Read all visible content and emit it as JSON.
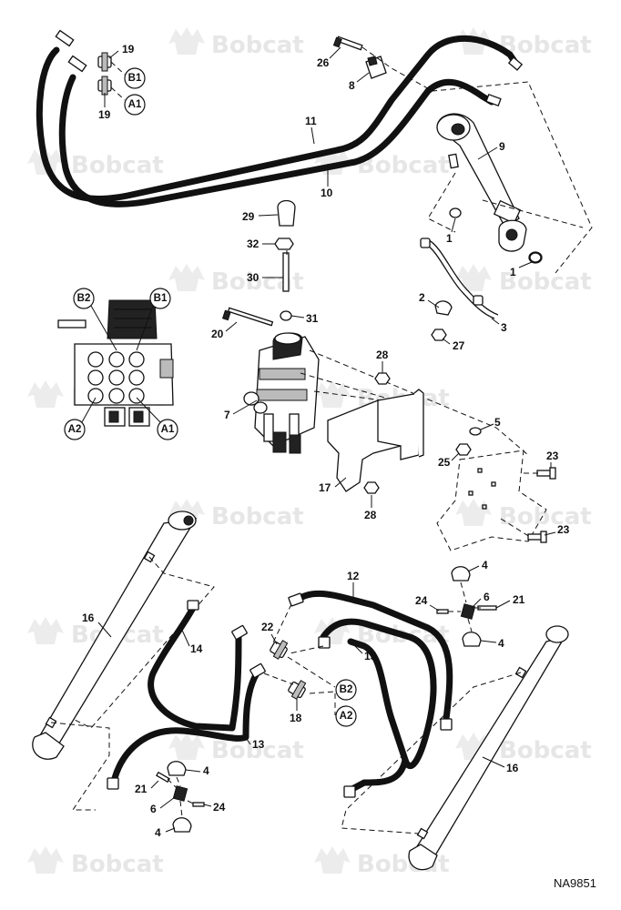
{
  "watermark": {
    "brand": "Bobcat"
  },
  "drawing_id": "NA9851",
  "callouts": {
    "c1a": "1",
    "c1b": "1",
    "c2": "2",
    "c3": "3",
    "c4a": "4",
    "c4b": "4",
    "c4c": "4",
    "c4d": "4",
    "c5": "5",
    "c6a": "6",
    "c6b": "6",
    "c7": "7",
    "c8": "8",
    "c9": "9",
    "c10": "10",
    "c11": "11",
    "c12": "12",
    "c13": "13",
    "c14": "14",
    "c15": "15",
    "c16a": "16",
    "c16b": "16",
    "c17": "17",
    "c18": "18",
    "c19a": "19",
    "c19b": "19",
    "c20": "20",
    "c21a": "21",
    "c21b": "21",
    "c22": "22",
    "c23a": "23",
    "c23b": "23",
    "c24a": "24",
    "c24b": "24",
    "c25": "25",
    "c26": "26",
    "c27": "27",
    "c28a": "28",
    "c28b": "28",
    "c29": "29",
    "c30": "30",
    "c31": "31",
    "c32": "32"
  },
  "port_labels": {
    "top_b1": "B1",
    "top_a1": "A1",
    "valve_b2": "B2",
    "valve_b1": "B1",
    "valve_a2": "A2",
    "valve_a1": "A1",
    "bottom_b2": "B2",
    "bottom_a2": "A2"
  },
  "icons": [
    "bobcat-logo-icon"
  ]
}
